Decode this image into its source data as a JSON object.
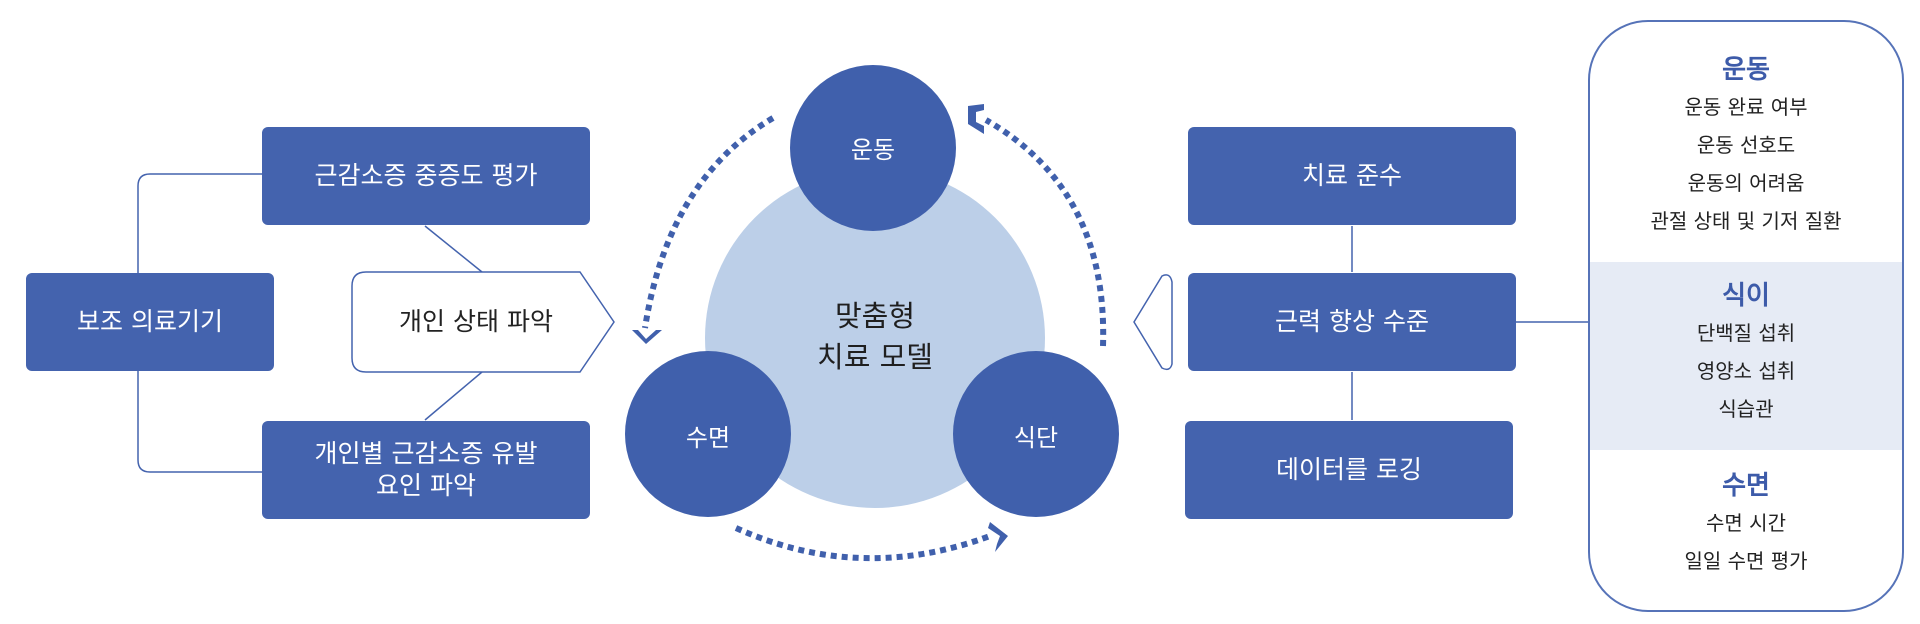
{
  "left": {
    "device_box": "보조 의료기기",
    "severity_box": "근감소증 중증도 평가",
    "status_box": "개인 상태 파악",
    "factors_box": [
      "개인별 근감소증 유발",
      "요인 파악"
    ]
  },
  "center": {
    "title_lines": [
      "맞춤형",
      "치료 모델"
    ],
    "circle_exercise": "운동",
    "circle_sleep": "수면",
    "circle_diet": "식단"
  },
  "right": {
    "adherence_box": "치료 준수",
    "strength_box": "근력 향상 수준",
    "logging_box": "데이터를 로깅"
  },
  "panel": {
    "sections": [
      {
        "title": "운동",
        "items": [
          "운동 완료 여부",
          "운동 선호도",
          "운동의 어려움",
          "관절 상태 및 기저 질환"
        ]
      },
      {
        "title": "식이",
        "items": [
          "단백질 섭취",
          "영양소 섭취",
          "식습관"
        ]
      },
      {
        "title": "수면",
        "items": [
          "수면 시간",
          "일일 수면 평가"
        ]
      }
    ]
  },
  "colors": {
    "box_fill": "#4463ae",
    "circle_fill": "#4060ac",
    "center_fill": "#bccfe8",
    "connector": "#4463ae",
    "panel_border": "#5673b8",
    "panel_band": "#e6ebf5"
  }
}
